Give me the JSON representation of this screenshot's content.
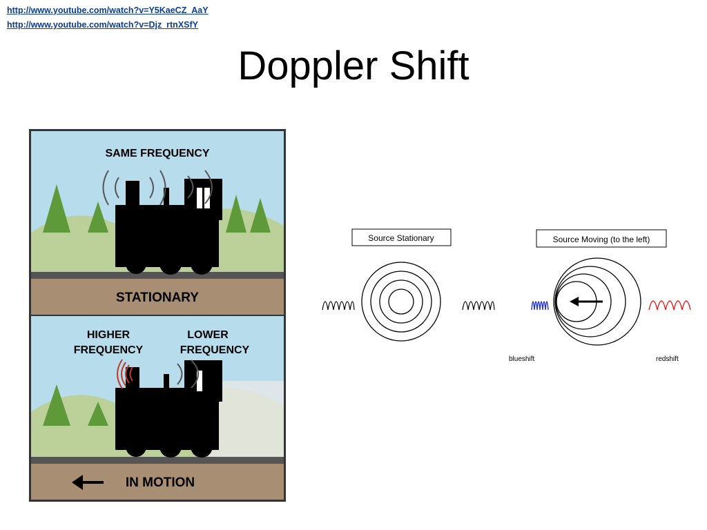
{
  "links": [
    {
      "text": "http://www.youtube.com/watch?v=Y5KaeCZ_AaY"
    },
    {
      "text": "http://www.youtube.com/watch?v=Djz_rtnXSfY"
    }
  ],
  "slide_title": "Doppler Shift",
  "train_illustration": {
    "top_panel": {
      "label_top": "SAME FREQUENCY",
      "label_bottom": "STATIONARY"
    },
    "bottom_panel": {
      "label_left_line1": "HIGHER",
      "label_left_line2": "FREQUENCY",
      "label_right_line1": "LOWER",
      "label_right_line2": "FREQUENCY",
      "label_bottom": "IN MOTION",
      "arrow_icon": "left-arrow-icon"
    },
    "colors": {
      "sky": "#b7dcec",
      "ground": "#a88e72",
      "hills": "#bcd099",
      "trees": "#5e9a3a",
      "train": "#000000",
      "higher_freq_waves": "#c0392b"
    }
  },
  "wave_diagram": {
    "stationary": {
      "label": "Source Stationary"
    },
    "moving": {
      "label": "Source Moving (to the left)",
      "left_caption": "blueshift",
      "right_caption": "redshift"
    },
    "colors": {
      "blue_wave": "#2233cc",
      "red_wave": "#e02020",
      "black": "#000000"
    }
  }
}
